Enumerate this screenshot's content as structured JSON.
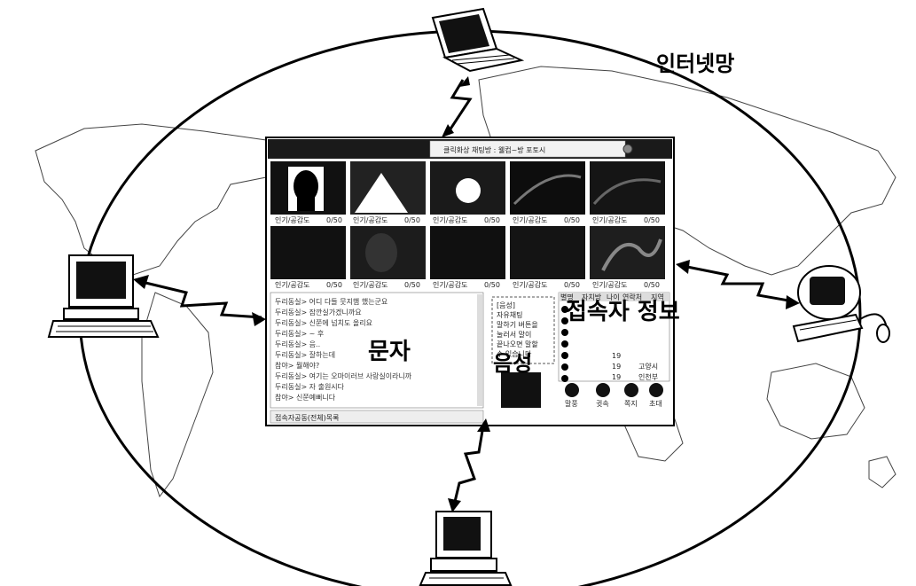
{
  "network_label": "인터넷망",
  "screen": {
    "title": "클릭화상 채팅방 : 웰컴~방 포토시",
    "tiles_row1": [
      {
        "caption": "인기/공감도",
        "count": "0/50"
      },
      {
        "caption": "인기/공감도",
        "count": "0/50"
      },
      {
        "caption": "인기/공감도",
        "count": "0/50"
      },
      {
        "caption": "인기/공감도",
        "count": "0/50"
      },
      {
        "caption": "인기/공감도",
        "count": "0/50"
      }
    ],
    "tiles_row2": [
      {
        "caption": "인기/공감도",
        "count": "0/50"
      },
      {
        "caption": "인기/공감도",
        "count": "0/50"
      },
      {
        "caption": "인기/공감도",
        "count": "0/50"
      },
      {
        "caption": "인기/공감도",
        "count": "0/50"
      },
      {
        "caption": "인기/공감도",
        "count": "0/50"
      }
    ],
    "chat_lines": [
      "두리동실> 어디 다들 뭇지햄 했는군요",
      "두리동실> 잠깐실가겠니까요",
      "두리동실> 신쭌에 넘치도 올리요",
      "두리동실> ~ 후",
      "두리동실> 음..",
      "두리동실> 잘하는데",
      "참야> 뭘해야?",
      "두리동실> 여기는 오마이러브 사랑실이라니까",
      "두리동실> 자 출원시다",
      "참야> 신쭌예뻐니다"
    ],
    "text_area_label": "문자",
    "voice_label": "음성",
    "voice_box_lines": [
      "[음성]",
      "자유채팅",
      "말하기 버튼을",
      "눌러서 말이",
      "끝나오면 말할",
      "수 있습니다"
    ],
    "user_info_label": "접속자 정보",
    "user_table_headers": [
      "별명",
      "자치방",
      "나이",
      "연락처",
      "지역"
    ],
    "user_rows": [
      "19",
      "19",
      "19"
    ],
    "user_places": [
      "고양시",
      "인천부"
    ],
    "icon_captions": [
      "말풍",
      "귓속",
      "쪽지",
      "초대"
    ],
    "status_bar": "접속자공동(전체)목록"
  }
}
